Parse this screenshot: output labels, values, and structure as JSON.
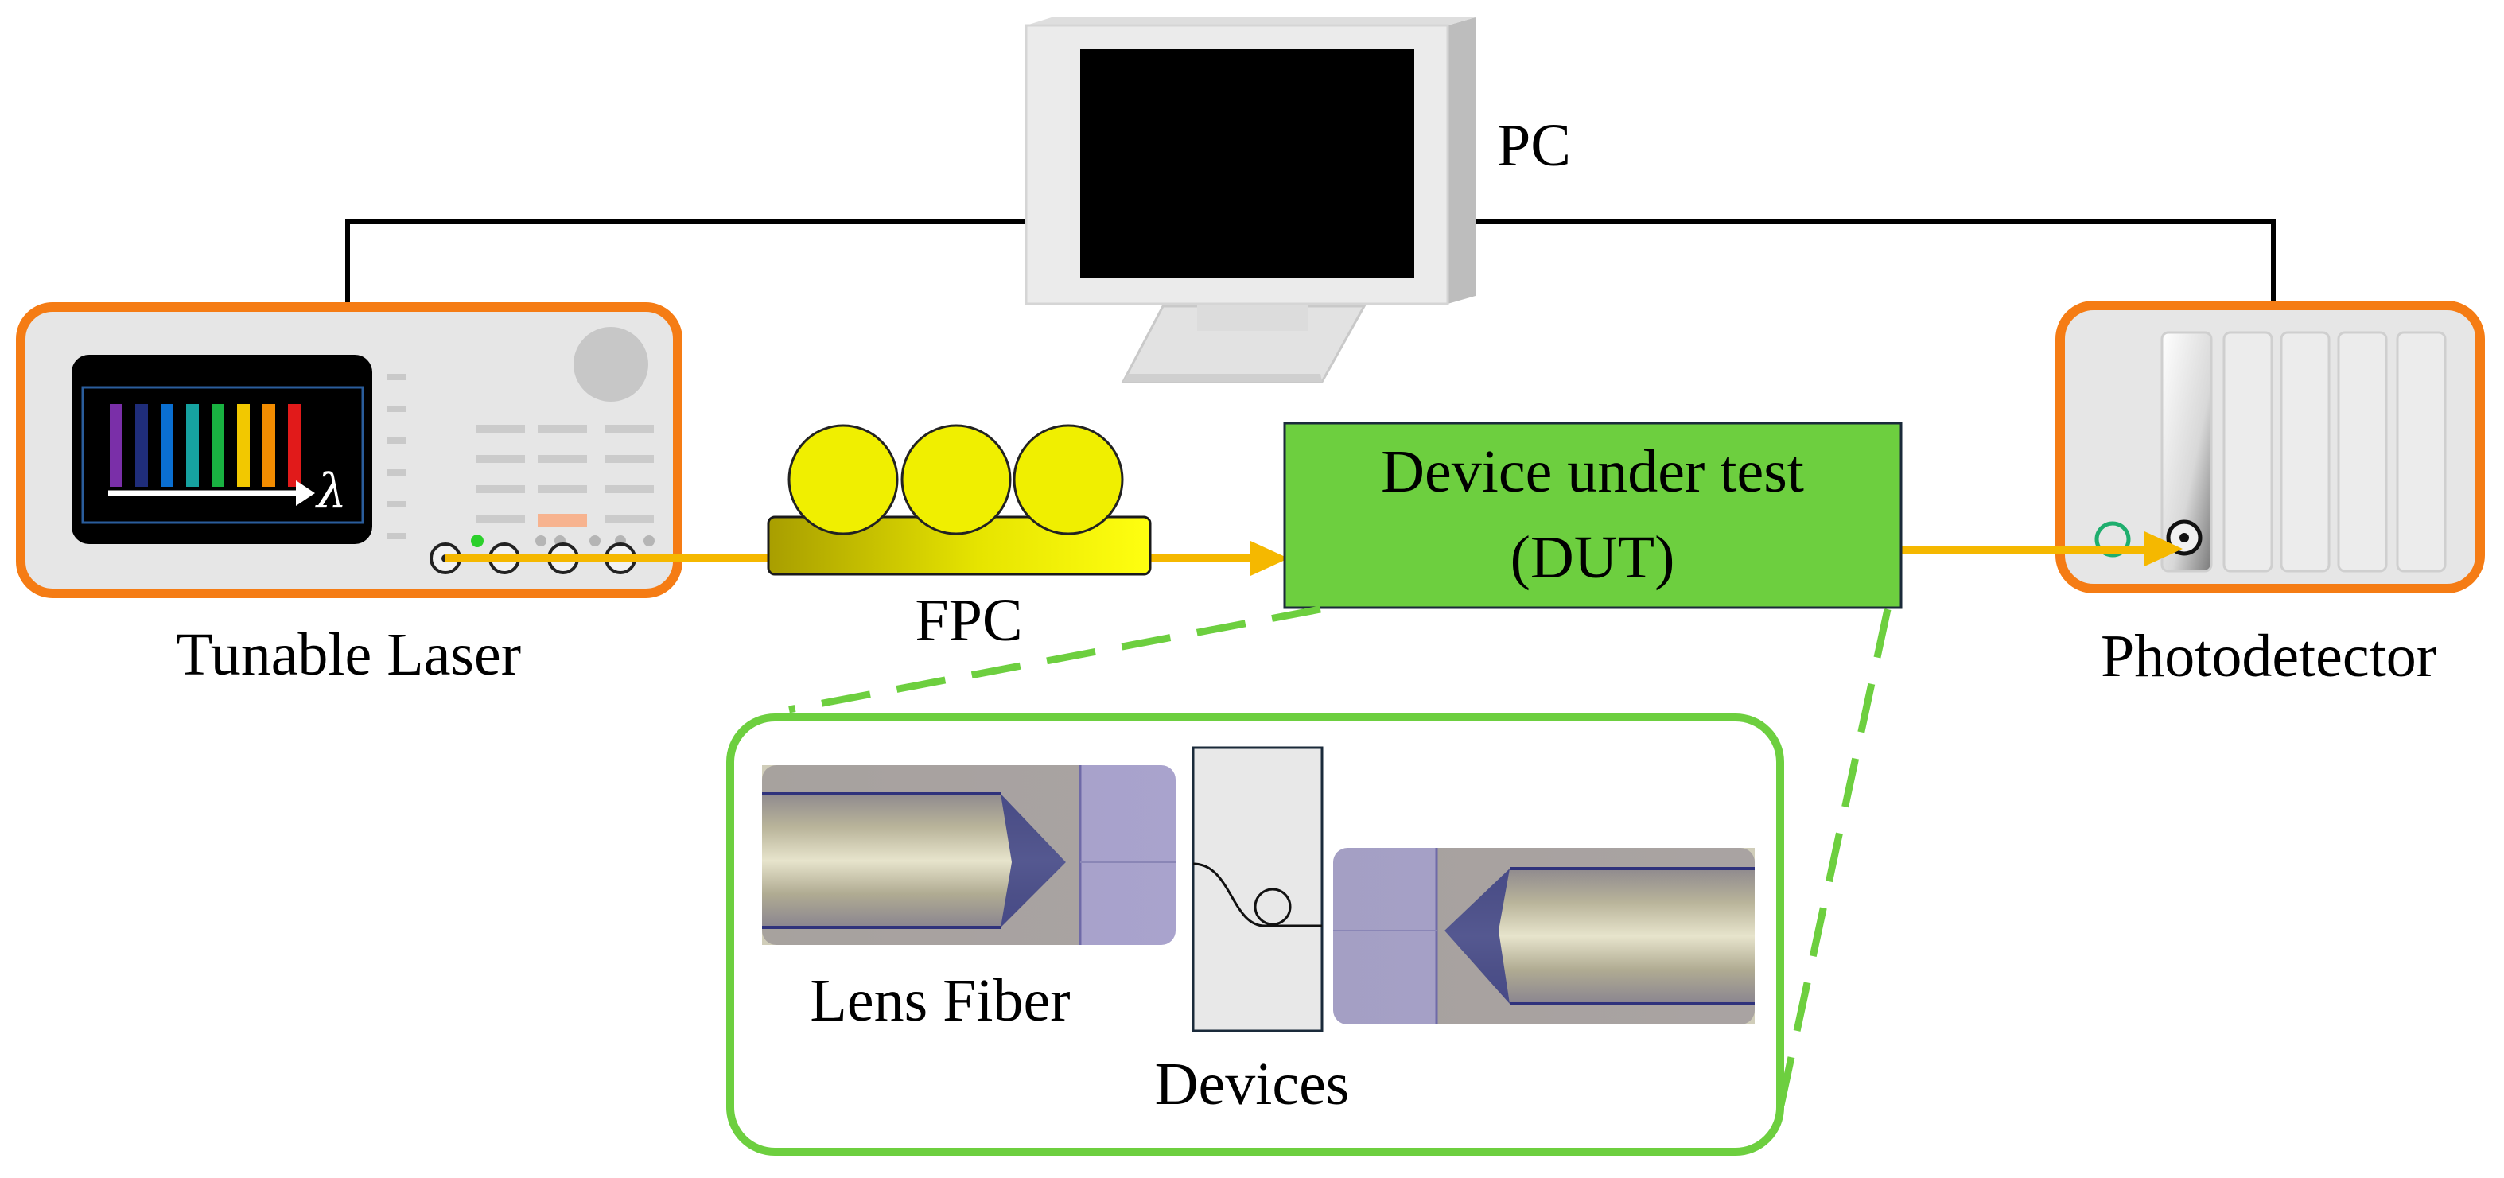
{
  "labels": {
    "pc": "PC",
    "tunable_laser": "Tunable Laser",
    "fpc": "FPC",
    "dut_line1": "Device under test",
    "dut_line2": "(DUT)",
    "photodetector": "Photodetector",
    "lens_fiber": "Lens Fiber",
    "devices": "Devices",
    "lambda": "λ"
  },
  "colors": {
    "instrument_border": "#f57c14",
    "optical_path": "#f5b800",
    "dut_fill": "#6dcf3f",
    "inset_border": "#6dcf3f",
    "fpc_paddle": "#f0ef00",
    "spectrum_bars": [
      "#7a2fa8",
      "#1f2d7a",
      "#0a6fd1",
      "#16a2a0",
      "#19b241",
      "#f2c800",
      "#f28c00",
      "#e11a1a"
    ]
  }
}
